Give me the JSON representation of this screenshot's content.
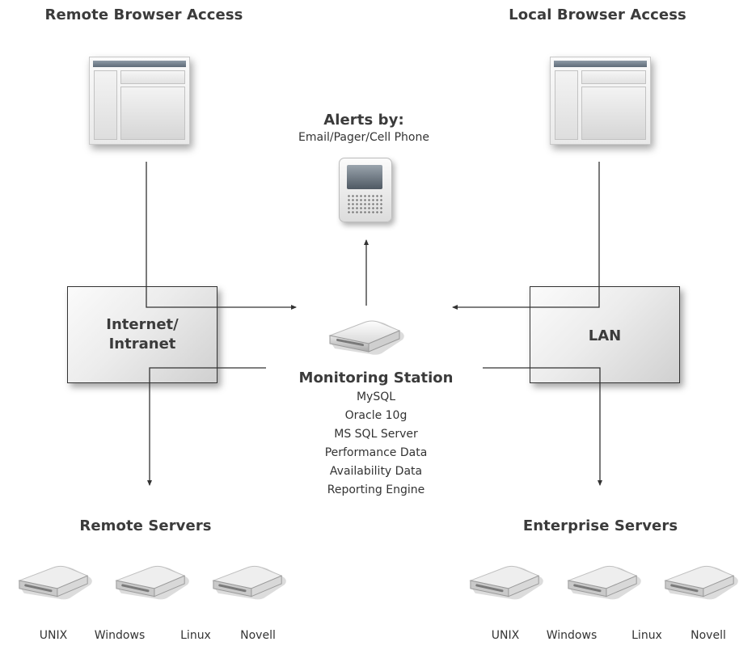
{
  "headings": {
    "remote_browser": "Remote Browser Access",
    "local_browser": "Local Browser Access",
    "remote_servers": "Remote Servers",
    "enterprise_servers": "Enterprise Servers"
  },
  "alerts": {
    "title": "Alerts by:",
    "subtitle": "Email/Pager/Cell Phone"
  },
  "network": {
    "internet_line1": "Internet/",
    "internet_line2": "Intranet",
    "lan": "LAN"
  },
  "monitoring": {
    "title": "Monitoring Station",
    "items": [
      "MySQL",
      "Oracle 10g",
      "MS SQL Server",
      "Performance Data",
      "Availability Data",
      "Reporting Engine"
    ]
  },
  "remote_server_labels": [
    "UNIX",
    "Windows",
    "Linux",
    "Novell"
  ],
  "enterprise_server_labels": [
    "UNIX",
    "Windows",
    "Linux",
    "Novell"
  ],
  "colors": {
    "line": "#333333",
    "box_border": "#333333"
  },
  "icons": [
    "browser-window-icon",
    "pager-icon",
    "server-drive-icon"
  ]
}
